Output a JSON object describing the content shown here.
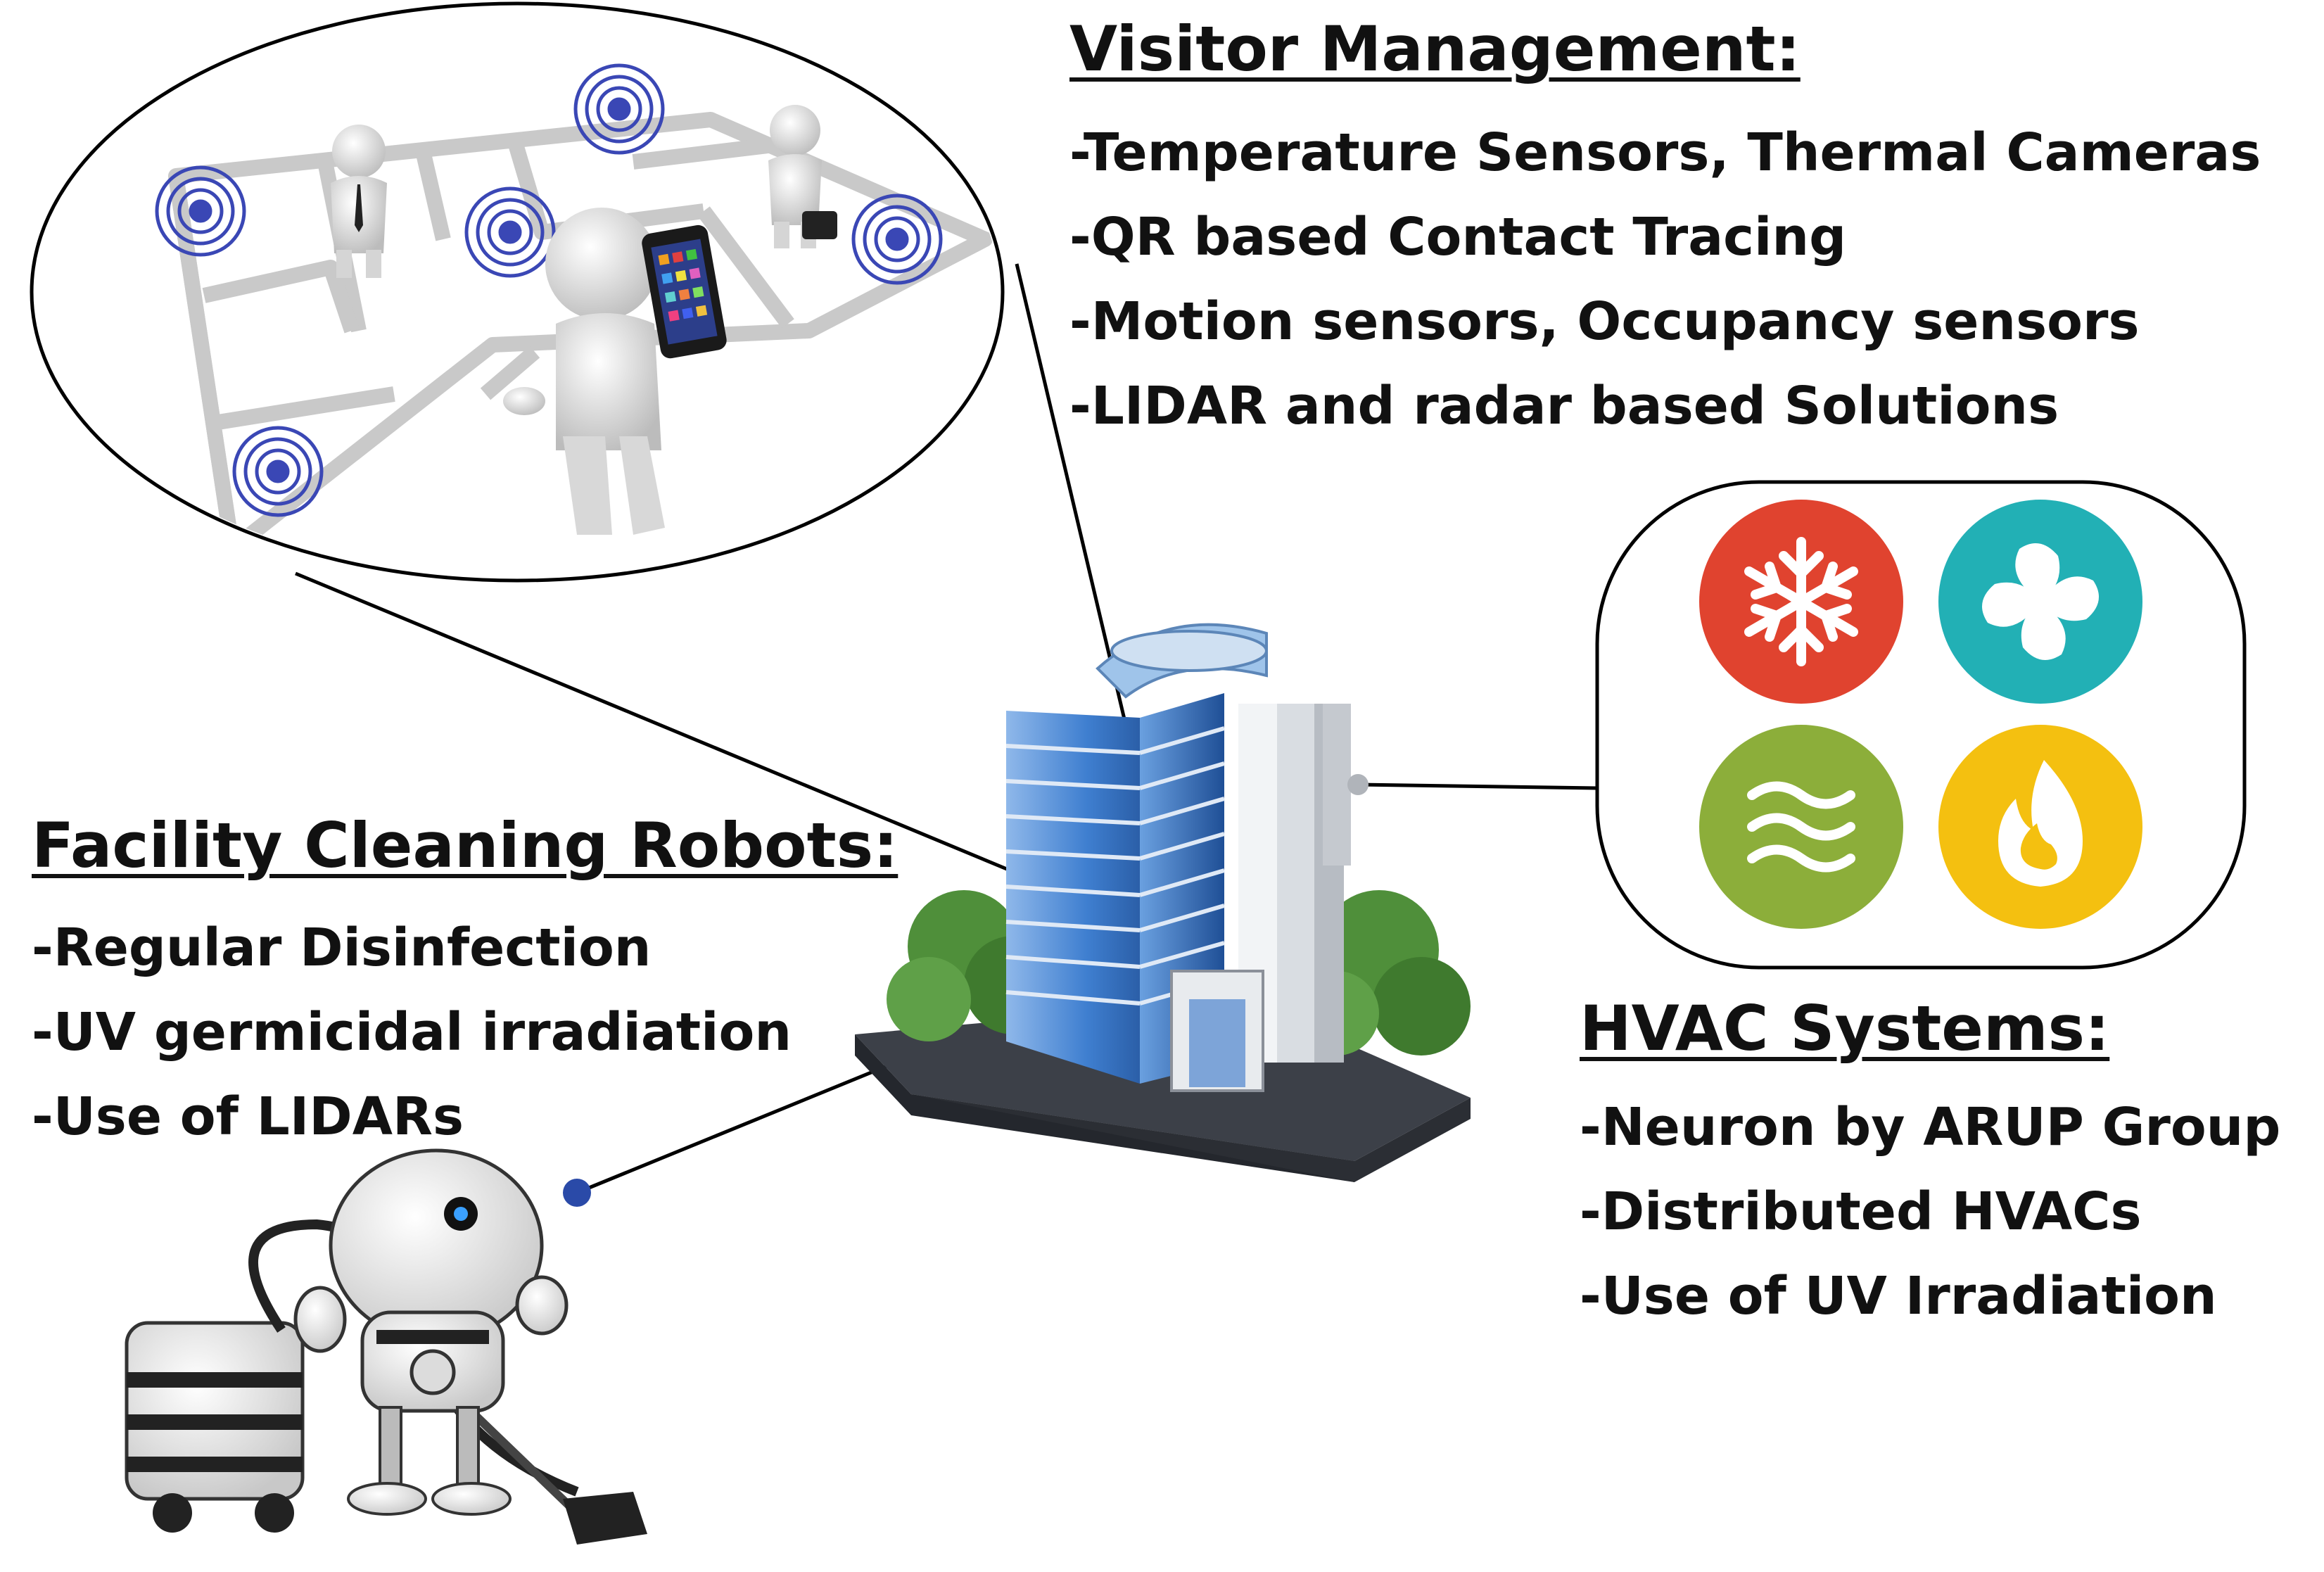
{
  "visitor_management": {
    "heading": "Visitor Management:",
    "items": [
      "-Temperature Sensors, Thermal Cameras",
      "-QR based Contact Tracing",
      "-Motion sensors, Occupancy sensors",
      "-LIDAR and radar based Solutions"
    ]
  },
  "facility_cleaning": {
    "heading": "Facility Cleaning Robots:",
    "items": [
      "-Regular Disinfection",
      "-UV germicidal irradiation",
      "-Use of LIDARs"
    ]
  },
  "hvac": {
    "heading": "HVAC Systems:",
    "items": [
      "-Neuron by ARUP Group",
      "-Distributed HVACs",
      "-Use of UV Irradiation"
    ],
    "icons": [
      {
        "name": "snowflake-icon",
        "color": "#e0432f"
      },
      {
        "name": "fan-icon",
        "color": "#22b0b5"
      },
      {
        "name": "airflow-waves-icon",
        "color": "#8cae3a"
      },
      {
        "name": "flame-icon",
        "color": "#f4c010"
      }
    ]
  },
  "colors": {
    "connector_dot": "#2a4aa8",
    "building_glass": "#3f7fd0",
    "floor_plan": "#c9c9c9",
    "sensor_waves": "#3a47b5",
    "tree_green": "#4f8f3a"
  }
}
